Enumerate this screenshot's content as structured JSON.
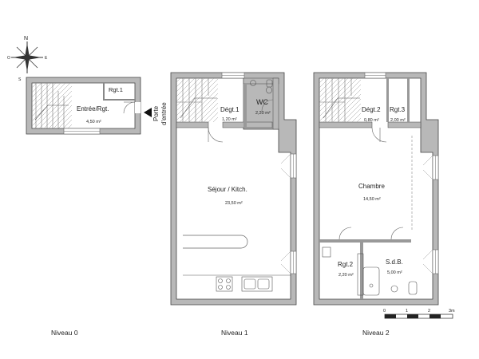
{
  "compass": {
    "north": "N",
    "letters": [
      "O",
      "E",
      "S"
    ]
  },
  "level0": {
    "title": "Niveau 0",
    "rooms": [
      {
        "name": "Rgt.1",
        "area": ""
      },
      {
        "name": "Entrée/Rgt.",
        "area": "4,50 m²"
      }
    ],
    "entrance_label_line1": "Porte",
    "entrance_label_line2": "d'entrée"
  },
  "level1": {
    "title": "Niveau 1",
    "rooms": [
      {
        "name": "Dégt.1",
        "area": "1,20 m²"
      },
      {
        "name": "WC",
        "area": "2,20 m²"
      },
      {
        "name": "Séjour / Kitch.",
        "area": "23,50 m²"
      }
    ]
  },
  "level2": {
    "title": "Niveau 2",
    "rooms": [
      {
        "name": "Dégt.2",
        "area": "0,80 m²"
      },
      {
        "name": "Rgt.3",
        "area": "2,00 m²"
      },
      {
        "name": "Chambre",
        "area": "14,50 m²"
      },
      {
        "name": "Rgt.2",
        "area": "2,20 m²"
      },
      {
        "name": "S.d.B.",
        "area": "5,00 m²"
      }
    ]
  },
  "scale": {
    "ticks": [
      "0",
      "1",
      "2",
      "3m"
    ]
  },
  "colors": {
    "wall": "#b8b8b8",
    "wall_outline": "#444444",
    "line": "#555555"
  }
}
